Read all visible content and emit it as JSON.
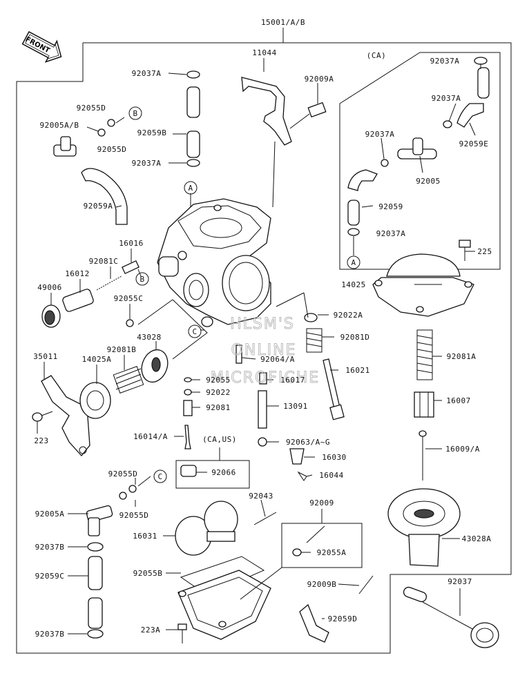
{
  "front_badge": "FRONT",
  "watermark": [
    "HLSM'S",
    "ONLINE",
    "MICROFICHE"
  ],
  "labels": {
    "main_assy": "15001/A/B",
    "part_11044": "11044",
    "part_92009A": "92009A",
    "region_ca": "(CA)",
    "part_92037A_ca_top": "92037A",
    "part_92037A_ca_mid": "92037A",
    "part_92059E": "92059E",
    "part_92037A_ca_left": "92037A",
    "part_92005": "92005",
    "part_92059": "92059",
    "part_92037A_ca_bottom": "92037A",
    "ref_a_ca": "A",
    "part_92037A_top": "92037A",
    "part_92055D_top": "92055D",
    "ref_b_top": "B",
    "part_92005AB": "92005A/B",
    "part_92055D_top2": "92055D",
    "part_92059B": "92059B",
    "part_92037A_mid": "92037A",
    "ref_a_body": "A",
    "part_92059A": "92059A",
    "part_16016": "16016",
    "part_92081C": "92081C",
    "part_16012": "16012",
    "ref_b_body": "B",
    "part_49006": "49006",
    "part_92055C": "92055C",
    "part_225": "225",
    "part_14025": "14025",
    "part_92022A": "92022A",
    "ref_c_body": "C",
    "part_43028": "43028",
    "part_92081D": "92081D",
    "part_35011": "35011",
    "part_14025A": "14025A",
    "part_92081B": "92081B",
    "part_92064A": "92064/A",
    "part_16021": "16021",
    "part_92081A": "92081A",
    "part_92055": "92055",
    "part_16017": "16017",
    "part_92022": "92022",
    "part_16007": "16007",
    "part_92081": "92081",
    "part_13091": "13091",
    "part_223": "223",
    "part_16014A": "16014/A",
    "region_ca_us": "(CA,US)",
    "part_92063A": "92063/A~G",
    "part_16009A": "16009/A",
    "part_92066": "92066",
    "part_16030": "16030",
    "part_92055D_low": "92055D",
    "ref_c_low": "C",
    "part_16044": "16044",
    "part_92005A": "92005A",
    "part_92055D_low2": "92055D",
    "part_92043": "92043",
    "part_92009": "92009",
    "part_92037B_top": "92037B",
    "part_16031": "16031",
    "part_92055A": "92055A",
    "part_43028A": "43028A",
    "part_92059C": "92059C",
    "part_92055B": "92055B",
    "part_92009B": "92009B",
    "part_92037": "92037",
    "part_92059D": "92059D",
    "part_223A": "223A",
    "part_92037B_bottom": "92037B"
  }
}
